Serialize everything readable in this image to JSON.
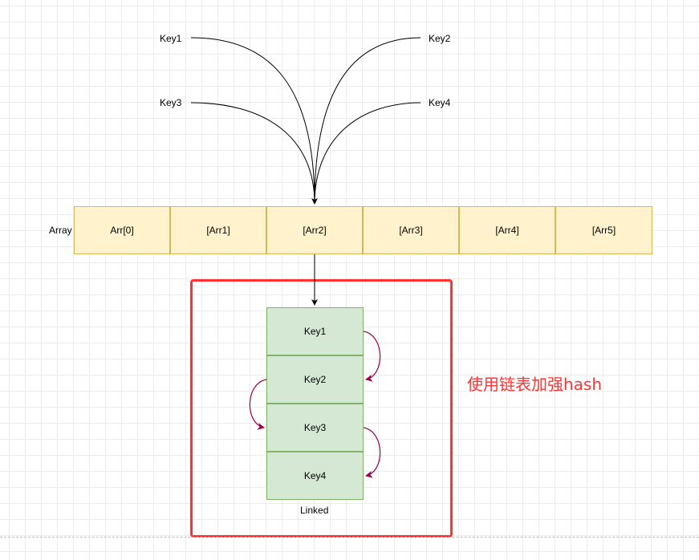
{
  "keys": [
    "Key1",
    "Key2",
    "Key3",
    "Key4"
  ],
  "array": {
    "label": "Array",
    "cells": [
      "Arr[0]",
      "[Arr1]",
      "[Arr2]",
      "[Arr3]",
      "[Arr4]",
      "[Arr5]"
    ]
  },
  "linked": {
    "nodes": [
      "Key1",
      "Key2",
      "Key3",
      "Key4"
    ],
    "label": "Linked"
  },
  "note": "使用链表加强hash",
  "colors": {
    "array_fill": "#fff2cc",
    "array_stroke": "#d6b656",
    "node_fill": "#d5e8d4",
    "node_stroke": "#82b366",
    "highlight": "#ff3333",
    "link_arrow": "#99004d"
  }
}
